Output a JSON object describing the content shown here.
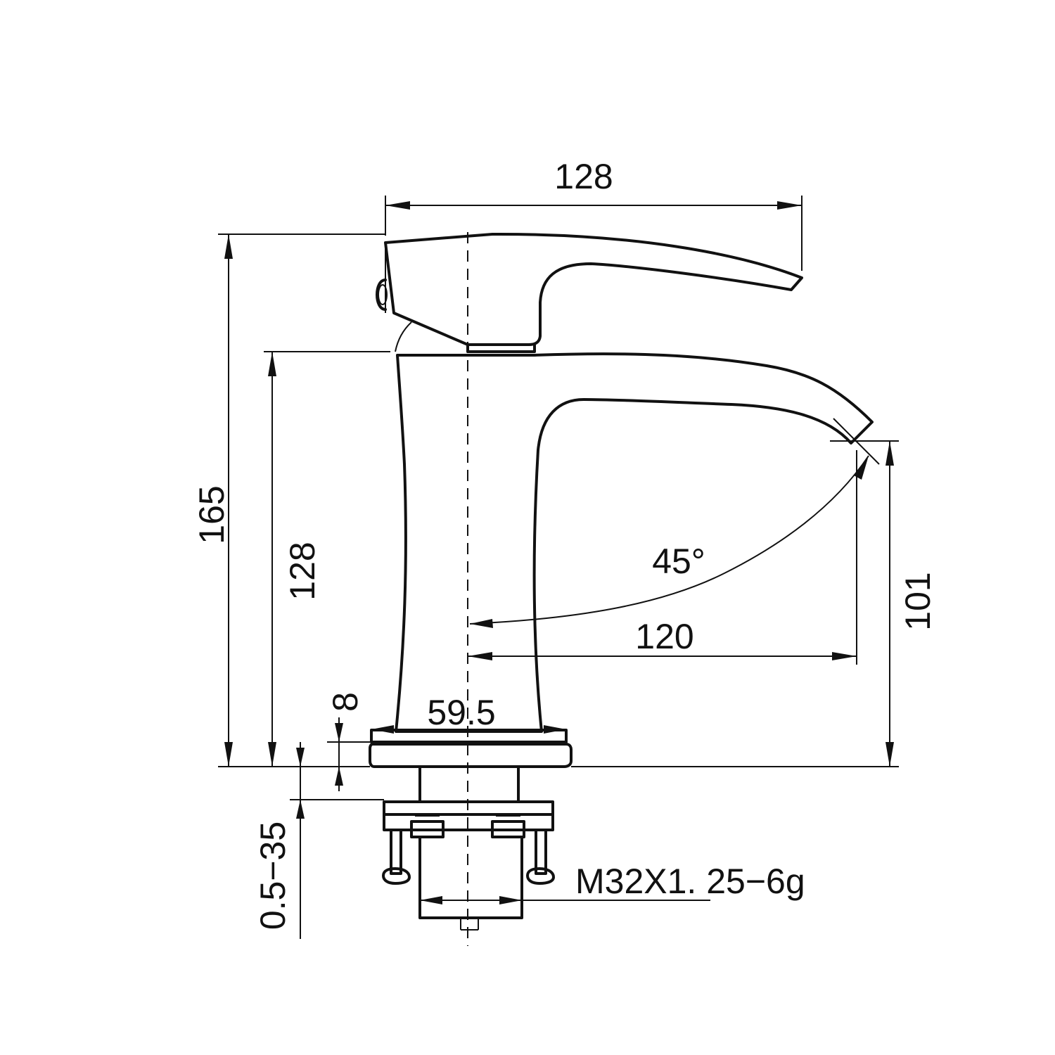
{
  "dimensions": {
    "overall_width": "128",
    "overall_height": "165",
    "body_height": "128",
    "spout_reach": "120",
    "spout_height": "101",
    "base_diameter": "59.5",
    "base_thickness": "8",
    "counter_thickness": "0.5−35",
    "rotation_angle": "45°",
    "thread_spec": "M32X1. 25−6g"
  }
}
